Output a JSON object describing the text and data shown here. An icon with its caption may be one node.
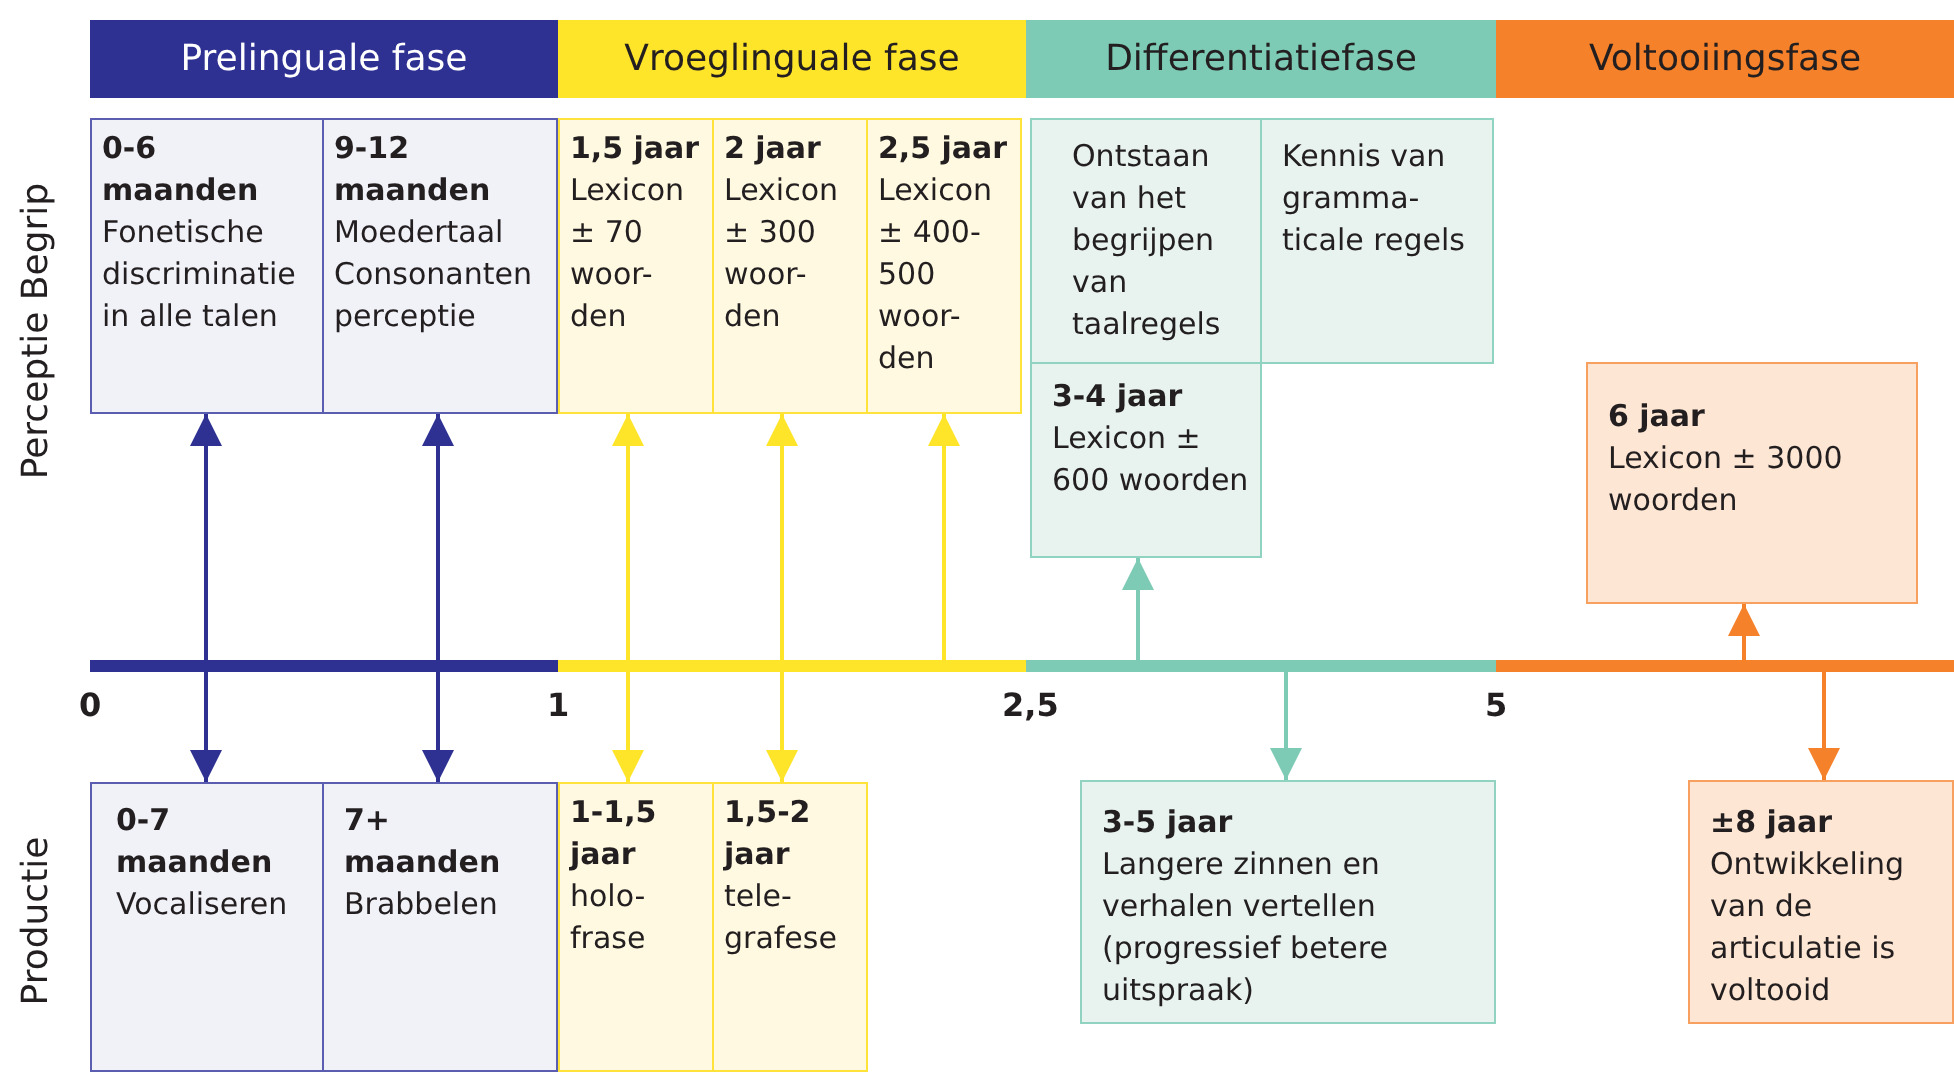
{
  "diagram": {
    "nodes": [
      {
        "text": [
          "Prelinguale fase"
        ]
      },
      {
        "text": [
          "Vroeglinguale fase"
        ]
      },
      {
        "text": [
          "Differentiatiefase"
        ]
      },
      {
        "text": [
          "Voltooiingsfase"
        ]
      },
      {
        "text": [
          "0-6 maanden",
          "Fonetische discriminatie in alle talen"
        ]
      },
      {
        "text": [
          "9-12 maanden",
          "Moedertaal Consonanten perceptie"
        ]
      },
      {
        "text": [
          "1,5 jaar",
          "Lexicon ± 70 woor- den"
        ]
      },
      {
        "text": [
          "2 jaar",
          "Lexicon ± 300 woor- den"
        ]
      },
      {
        "text": [
          "2,5 jaar",
          "Lexicon ± 400- 500 woor- den"
        ]
      },
      {
        "text": [
          "Ontstaan van het begrijpen van taalregels"
        ]
      },
      {
        "text": [
          "Kennis van gramma- ticale regels"
        ]
      },
      {
        "text": [
          "3-4 jaar",
          "Lexicon ± 600 woorden"
        ]
      },
      {
        "text": [
          "6 jaar",
          "Lexicon ± 3000 woorden"
        ]
      },
      {
        "text": [
          "0-7 maanden",
          "Vocaliseren"
        ]
      },
      {
        "text": [
          "7+ maanden",
          "Brabbelen"
        ]
      },
      {
        "text": [
          "1-1,5 jaar",
          "holo- frase"
        ]
      },
      {
        "text": [
          "1,5-2 jaar",
          "tele- grafese"
        ]
      },
      {
        "text": [
          "3-5 jaar",
          "Langere zinnen en verhalen vertellen (progressief betere uitspraak)"
        ]
      },
      {
        "text": [
          "±8 jaar",
          "Ontwikkeling van de articulatie is voltooid"
        ]
      }
    ],
    "edges": [
      {
        "from": 4,
        "to": 13,
        "arrow": "both",
        "color": "#2e3192"
      },
      {
        "from": 5,
        "to": 14,
        "arrow": "both",
        "color": "#2e3192"
      },
      {
        "from": 6,
        "to": 15,
        "arrow": "both",
        "color": "#ffe52a"
      },
      {
        "from": 7,
        "to": 16,
        "arrow": "both",
        "color": "#ffe52a"
      },
      {
        "from": null,
        "to": 8,
        "arrow": "to",
        "color": "#ffe52a"
      },
      {
        "from": null,
        "to": 11,
        "arrow": "to",
        "color": "#7dcbb5"
      },
      {
        "from": null,
        "to": 17,
        "arrow": "to",
        "color": "#7dcbb5"
      },
      {
        "from": null,
        "to": 12,
        "arrow": "to",
        "color": "#f5822a"
      },
      {
        "from": null,
        "to": 18,
        "arrow": "to",
        "color": "#f5822a"
      }
    ],
    "labels": [
      "Perceptie Begrip",
      "Productie",
      "0",
      "1",
      "2,5",
      "5"
    ]
  }
}
